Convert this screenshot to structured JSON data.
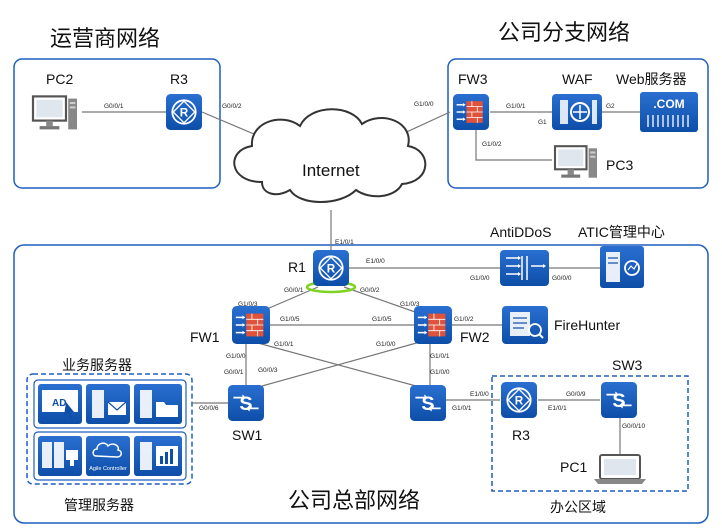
{
  "regions": {
    "isp": "运营商网络",
    "branch": "公司分支网络",
    "hq": "公司总部网络",
    "business_servers": "业务服务器",
    "mgmt_servers": "管理服务器",
    "office": "办公区域"
  },
  "devices": {
    "pc2": "PC2",
    "r3_isp": "R3",
    "fw3": "FW3",
    "waf": "WAF",
    "web_server": "Web服务器",
    "pc3": "PC3",
    "internet": "Internet",
    "r1": "R1",
    "antiddos": "AntiDDoS",
    "atic": "ATIC管理中心",
    "fw1": "FW1",
    "fw2": "FW2",
    "firehunter": "FireHunter",
    "sw1": "SW1",
    "sw3": "SW3",
    "r3_hq": "R3",
    "pc1": "PC1"
  },
  "icons": {
    "ad_label": "AD",
    "agile_label": "Agile Controller",
    "com_label": ".COM"
  },
  "ports": {
    "pc2_r3": "G0/0/1",
    "r3_inet": "G0/0/2",
    "fw3_inet": "G1/0/0",
    "fw3_waf": "G1/0/1",
    "waf_g1": "G1",
    "waf_g2": "G2",
    "fw3_pc3": "G1/0/2",
    "r1_e100_top": "E1/0/1",
    "r1_e100": "E1/0/0",
    "anti_g100": "G1/0/0",
    "anti_g000": "G0/0/0",
    "r1_g001": "G0/0/1",
    "r1_g002": "G0/0/2",
    "fw1_g103": "G1/0/3",
    "fw2_g103": "G1/0/3",
    "fw1_g105": "G1/0/5",
    "fw2_g105": "G1/0/5",
    "fw2_g102": "G1/0/2",
    "fw1_g100": "G1/0/0",
    "fw1_g101": "G1/0/1",
    "fw2_g100": "G1/0/0",
    "fw2_g101": "G1/0/1",
    "sw1_g001": "G0/0/1",
    "sw1_g003": "G0/0/3",
    "sw1_g006": "G0/0/6",
    "sw2_g100": "G1/0/0",
    "sw2_g101": "G1/0/1",
    "r3_e100": "E1/0/0",
    "r3_e101": "E1/0/1",
    "sw3_g009": "G0/0/9",
    "sw3_g0010": "G0/0/10"
  }
}
